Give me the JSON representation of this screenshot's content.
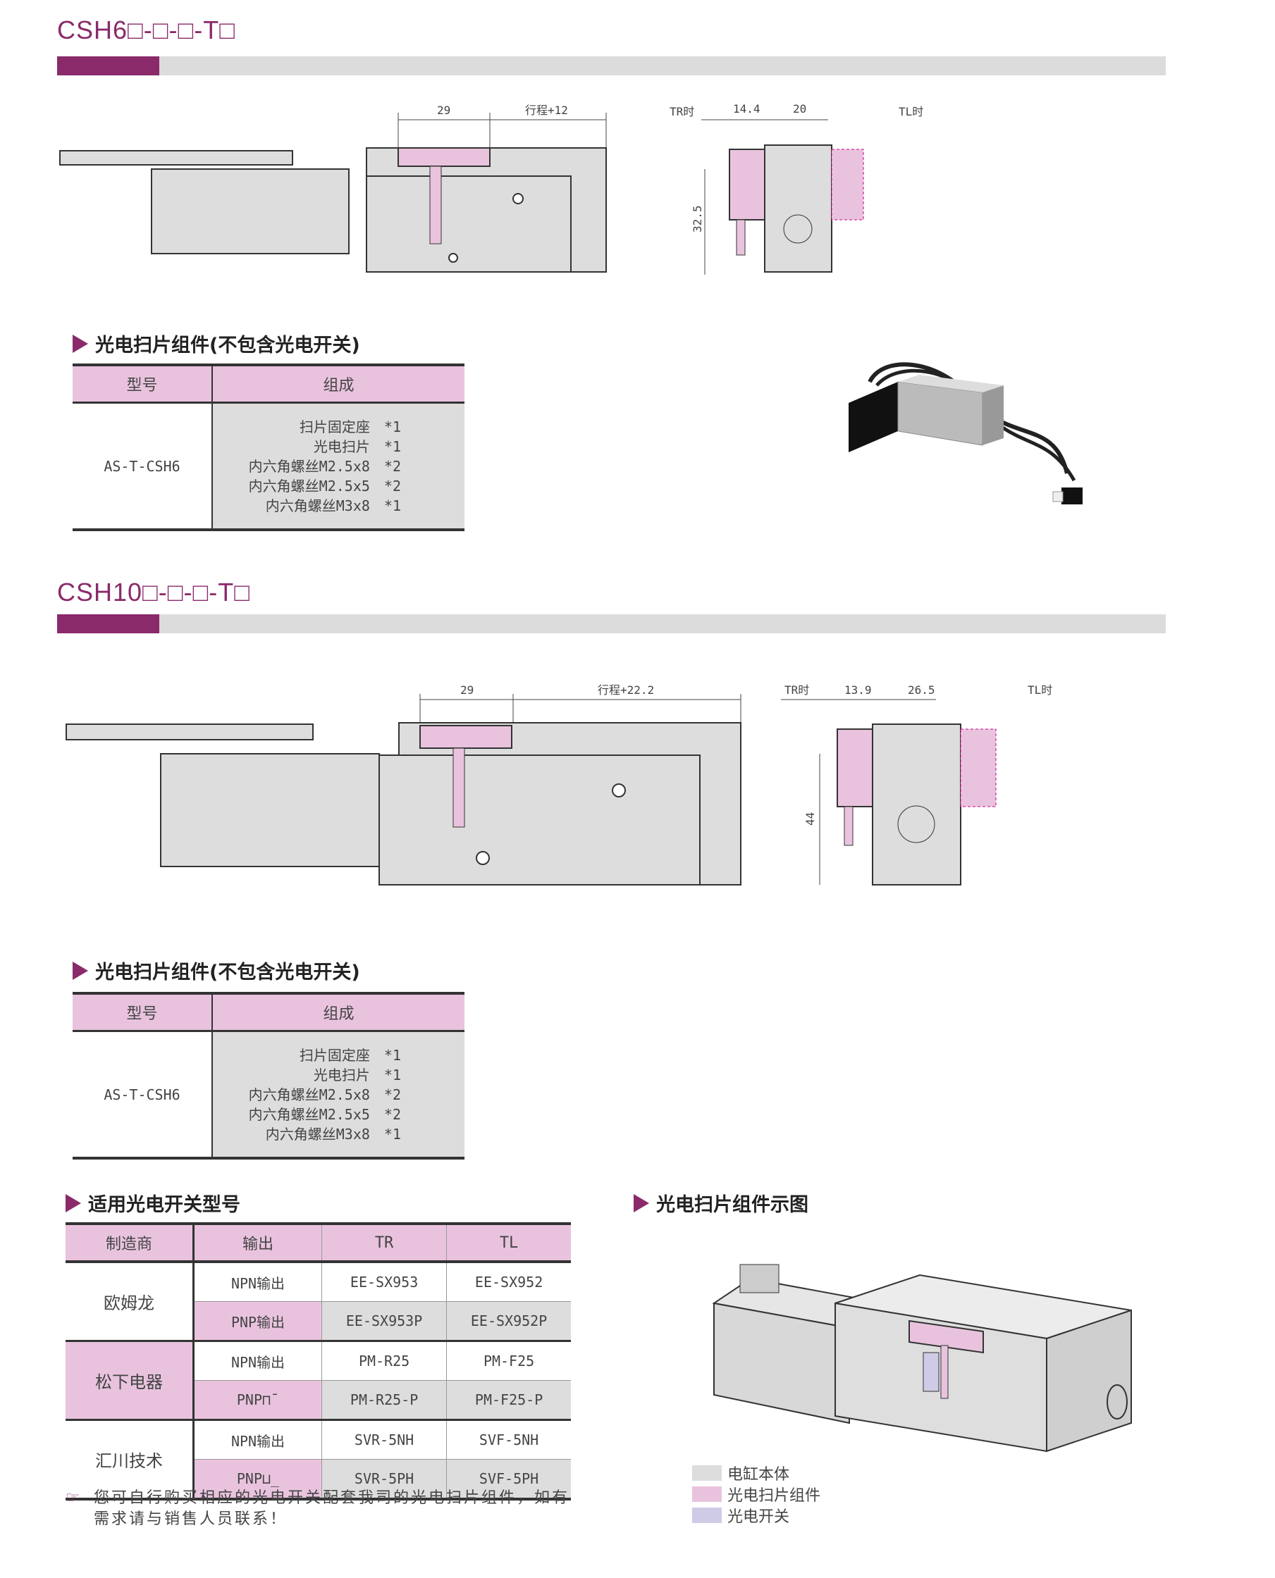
{
  "sections": [
    {
      "title": "CSH6□-□-□-T□",
      "dims": {
        "d1": "29",
        "d2": "行程+12",
        "tr": "TR时",
        "tl": "TL时",
        "w1": "14.4",
        "w2": "20",
        "h": "32.5"
      },
      "subheading": "光电扫片组件(不包含光电开关)",
      "table": {
        "headers": [
          "型号",
          "组成"
        ],
        "model": "AS-T-CSH6",
        "items": [
          "扫片固定座　*1",
          "光电扫片　*1",
          "内六角螺丝M2.5x8　*2",
          "内六角螺丝M2.5x5　*2",
          "内六角螺丝M3x8　*1"
        ]
      }
    },
    {
      "title": "CSH10□-□-□-T□",
      "dims": {
        "d1": "29",
        "d2": "行程+22.2",
        "tr": "TR时",
        "tl": "TL时",
        "w1": "13.9",
        "w2": "26.5",
        "h": "44"
      },
      "subheading": "光电扫片组件(不包含光电开关)",
      "table": {
        "headers": [
          "型号",
          "组成"
        ],
        "model": "AS-T-CSH6",
        "items": [
          "扫片固定座　*1",
          "光电扫片　*1",
          "内六角螺丝M2.5x8　*2",
          "内六角螺丝M2.5x5　*2",
          "内六角螺丝M3x8　*1"
        ]
      }
    }
  ],
  "switches": {
    "heading": "适用光电开关型号",
    "headers": [
      "制造商",
      "输出",
      "TR",
      "TL"
    ],
    "groups": [
      {
        "maker": "欧姆龙",
        "rows": [
          [
            "NPN输出",
            "EE-SX953",
            "EE-SX952"
          ],
          [
            "PNP输出",
            "EE-SX953P",
            "EE-SX952P"
          ]
        ]
      },
      {
        "maker": "松下电器",
        "rows": [
          [
            "NPN输出",
            "PM-R25",
            "PM-F25"
          ],
          [
            "PNP⊓¯",
            "PM-R25-P",
            "PM-F25-P"
          ]
        ]
      },
      {
        "maker": "汇川技术",
        "rows": [
          [
            "NPN输出",
            "SVR-5NH",
            "SVF-5NH"
          ],
          [
            "PNP⊔_",
            "SVR-5PH",
            "SVF-5PH"
          ]
        ]
      }
    ],
    "note": "您可自行购买相应的光电开关配套我司的光电扫片组件，如有需求请与销售人员联系！"
  },
  "diagram": {
    "heading": "光电扫片组件示图",
    "legend": [
      "电缸本体",
      "光电扫片组件",
      "光电开关"
    ]
  },
  "colors": {
    "accent": "#8a2a6a",
    "pink": "#e9c3de",
    "gray": "#dddddd",
    "lavender": "#cfcbe6"
  }
}
